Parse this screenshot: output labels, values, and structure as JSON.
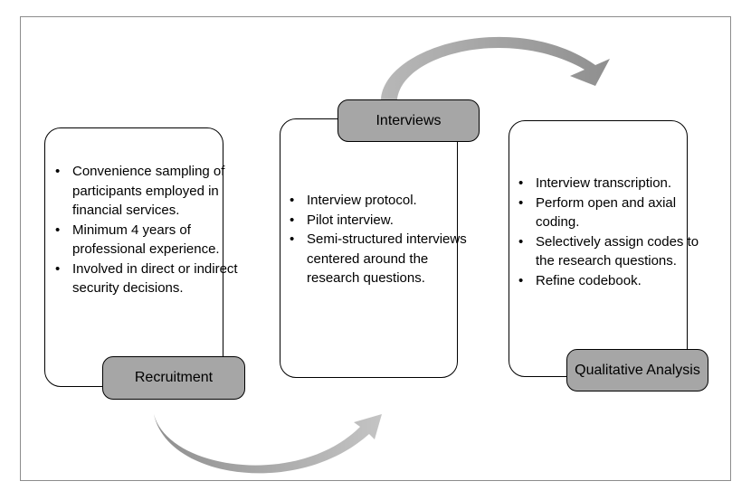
{
  "colors": {
    "tag_fill": "#a6a6a6",
    "border": "#000000",
    "arrow_fill": "#a6a6a6",
    "frame": "#8c8c8c"
  },
  "stages": {
    "recruitment": {
      "label": "Recruitment",
      "items": [
        "Convenience sampling of participants employed in financial services.",
        "Minimum 4 years of professional experience.",
        "Involved in direct or indirect security decisions."
      ]
    },
    "interviews": {
      "label": "Interviews",
      "items": [
        "Interview protocol.",
        "Pilot interview.",
        "Semi-structured interviews centered around the research questions."
      ]
    },
    "analysis": {
      "label": "Qualitative Analysis",
      "items": [
        "Interview transcription.",
        "Perform open and axial coding.",
        "Selectively assign codes to the research questions.",
        "Refine codebook."
      ]
    }
  },
  "arrows": [
    {
      "from": "recruitment",
      "to": "interviews",
      "shape": "curved-arrow-up",
      "icon": "curved-arrow-icon"
    },
    {
      "from": "interviews",
      "to": "analysis",
      "shape": "curved-arrow-down",
      "icon": "curved-arrow-icon"
    }
  ]
}
